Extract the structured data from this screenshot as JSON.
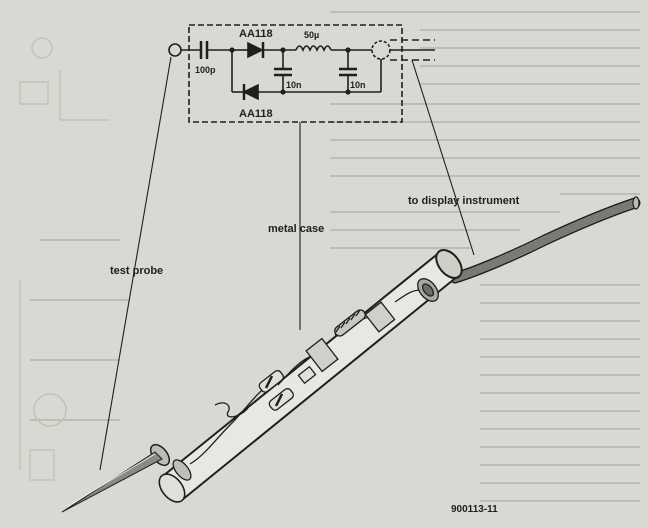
{
  "circuit": {
    "capacitor_input": "100p",
    "diode_top": "AA118",
    "diode_bottom": "AA118",
    "inductor": "50µ",
    "capacitor_1": "10n",
    "capacitor_2": "10n"
  },
  "callouts": {
    "test_probe": "test probe",
    "metal_case": "metal case",
    "display": "to display instrument"
  },
  "figure_number": "900113-11",
  "colors": {
    "ink": "#1f1f1f",
    "paper": "#d9d9d3"
  }
}
